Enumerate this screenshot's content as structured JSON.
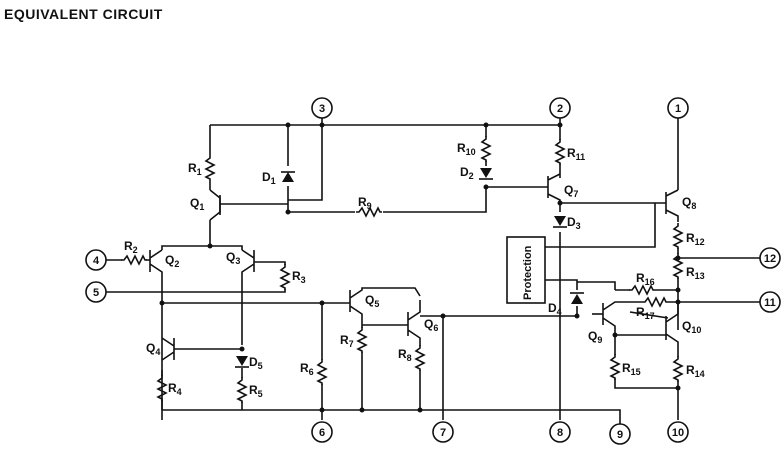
{
  "title": "EQUIVALENT CIRCUIT",
  "pins": [
    "1",
    "2",
    "3",
    "4",
    "5",
    "6",
    "7",
    "8",
    "9",
    "10",
    "11",
    "12"
  ],
  "protection_label": "Protection",
  "components": {
    "R1": {
      "letter": "R",
      "sub": "1"
    },
    "R2": {
      "letter": "R",
      "sub": "2"
    },
    "R3": {
      "letter": "R",
      "sub": "3"
    },
    "R4": {
      "letter": "R",
      "sub": "4"
    },
    "R5": {
      "letter": "R",
      "sub": "5"
    },
    "R6": {
      "letter": "R",
      "sub": "6"
    },
    "R7": {
      "letter": "R",
      "sub": "7"
    },
    "R8": {
      "letter": "R",
      "sub": "8"
    },
    "R9": {
      "letter": "R",
      "sub": "9"
    },
    "R10": {
      "letter": "R",
      "sub": "10"
    },
    "R11": {
      "letter": "R",
      "sub": "11"
    },
    "R12": {
      "letter": "R",
      "sub": "12"
    },
    "R13": {
      "letter": "R",
      "sub": "13"
    },
    "R14": {
      "letter": "R",
      "sub": "14"
    },
    "R15": {
      "letter": "R",
      "sub": "15"
    },
    "R16": {
      "letter": "R",
      "sub": "16"
    },
    "R17": {
      "letter": "R",
      "sub": "17"
    },
    "Q1": {
      "letter": "Q",
      "sub": "1"
    },
    "Q2": {
      "letter": "Q",
      "sub": "2"
    },
    "Q3": {
      "letter": "Q",
      "sub": "3"
    },
    "Q4": {
      "letter": "Q",
      "sub": "4"
    },
    "Q5": {
      "letter": "Q",
      "sub": "5"
    },
    "Q6": {
      "letter": "Q",
      "sub": "6"
    },
    "Q7": {
      "letter": "Q",
      "sub": "7"
    },
    "Q8": {
      "letter": "Q",
      "sub": "8"
    },
    "Q9": {
      "letter": "Q",
      "sub": "9"
    },
    "Q10": {
      "letter": "Q",
      "sub": "10"
    },
    "D1": {
      "letter": "D",
      "sub": "1"
    },
    "D2": {
      "letter": "D",
      "sub": "2"
    },
    "D3": {
      "letter": "D",
      "sub": "3"
    },
    "D4": {
      "letter": "D",
      "sub": "4"
    },
    "D5": {
      "letter": "D",
      "sub": "5"
    }
  }
}
